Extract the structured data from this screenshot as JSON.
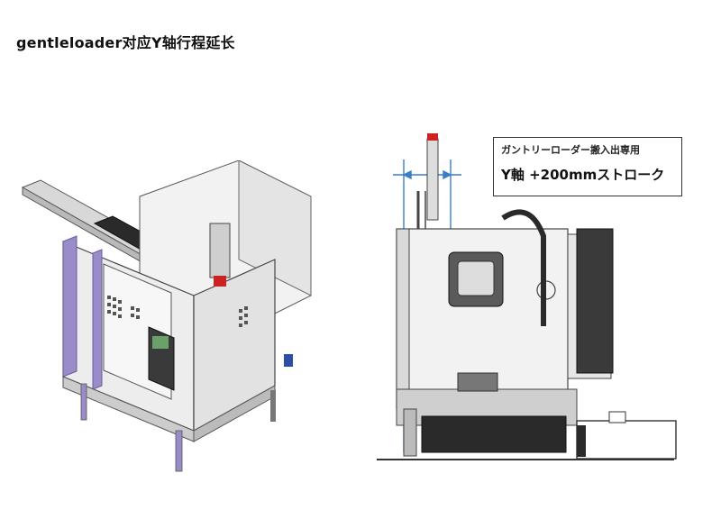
{
  "page": {
    "title": "gentleloader对应Y轴行程延长"
  },
  "callout": {
    "line1": "ガントリーローダー搬入出専用",
    "line2": "Y軸 +200mmストローク"
  },
  "colors": {
    "dimension_line": "#3a7dc9",
    "machine_outline": "#444444",
    "machine_fill": "#eeeeee",
    "dark_parts": "#2a2a2a",
    "accent_purple": "#9a8cc8",
    "accent_red": "#cc2222"
  }
}
